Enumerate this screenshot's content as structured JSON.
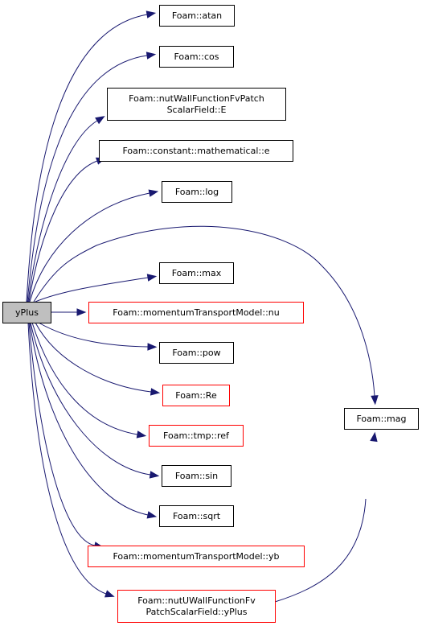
{
  "graph": {
    "root": "yPlus",
    "nodes": [
      {
        "id": "root",
        "lines": [
          "yPlus"
        ],
        "kind": "root"
      },
      {
        "id": "atan",
        "lines": [
          "Foam::atan"
        ],
        "kind": "normal"
      },
      {
        "id": "cos",
        "lines": [
          "Foam::cos"
        ],
        "kind": "normal"
      },
      {
        "id": "E",
        "lines": [
          "Foam::nutWallFunctionFvPatch",
          "ScalarField::E"
        ],
        "kind": "normal"
      },
      {
        "id": "e",
        "lines": [
          "Foam::constant::mathematical::e"
        ],
        "kind": "normal"
      },
      {
        "id": "log",
        "lines": [
          "Foam::log"
        ],
        "kind": "normal"
      },
      {
        "id": "max",
        "lines": [
          "Foam::max"
        ],
        "kind": "normal"
      },
      {
        "id": "nu",
        "lines": [
          "Foam::momentumTransportModel::nu"
        ],
        "kind": "truncated"
      },
      {
        "id": "pow",
        "lines": [
          "Foam::pow"
        ],
        "kind": "normal"
      },
      {
        "id": "Re",
        "lines": [
          "Foam::Re"
        ],
        "kind": "truncated"
      },
      {
        "id": "ref",
        "lines": [
          "Foam::tmp::ref"
        ],
        "kind": "truncated"
      },
      {
        "id": "sin",
        "lines": [
          "Foam::sin"
        ],
        "kind": "normal"
      },
      {
        "id": "sqrt",
        "lines": [
          "Foam::sqrt"
        ],
        "kind": "normal"
      },
      {
        "id": "yb",
        "lines": [
          "Foam::momentumTransportModel::yb"
        ],
        "kind": "truncated"
      },
      {
        "id": "yPlus2",
        "lines": [
          "Foam::nutUWallFunctionFv",
          "PatchScalarField::yPlus"
        ],
        "kind": "truncated"
      },
      {
        "id": "mag",
        "lines": [
          "Foam::mag"
        ],
        "kind": "normal"
      }
    ],
    "edges": [
      {
        "from": "root",
        "to": "atan"
      },
      {
        "from": "root",
        "to": "cos"
      },
      {
        "from": "root",
        "to": "E"
      },
      {
        "from": "root",
        "to": "e"
      },
      {
        "from": "root",
        "to": "log"
      },
      {
        "from": "root",
        "to": "mag"
      },
      {
        "from": "root",
        "to": "max"
      },
      {
        "from": "root",
        "to": "nu"
      },
      {
        "from": "root",
        "to": "pow"
      },
      {
        "from": "root",
        "to": "Re"
      },
      {
        "from": "root",
        "to": "ref"
      },
      {
        "from": "root",
        "to": "sin"
      },
      {
        "from": "root",
        "to": "sqrt"
      },
      {
        "from": "root",
        "to": "yb"
      },
      {
        "from": "root",
        "to": "yPlus2"
      },
      {
        "from": "yPlus2",
        "to": "mag"
      }
    ]
  },
  "colors": {
    "edge": "#191970",
    "normal_border": "#000000",
    "truncated_border": "#ff0000",
    "root_fill": "#bfbfbf",
    "node_fill": "#ffffff"
  }
}
